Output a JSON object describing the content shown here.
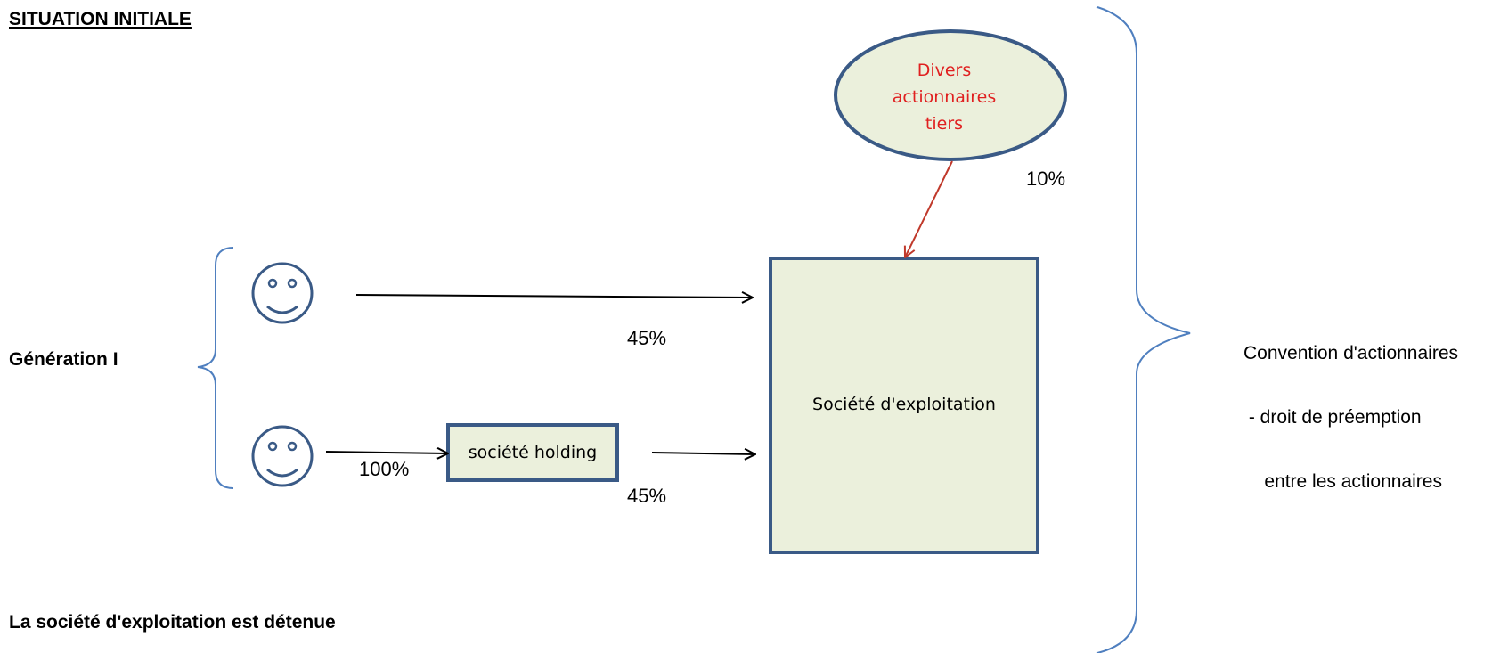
{
  "title": "SITUATION INITIALE",
  "generation_label": "Génération I",
  "bottom_text": "La société d'exploitation est détenue",
  "ellipse": {
    "lines": [
      "Divers",
      "actionnaires",
      "tiers"
    ]
  },
  "operating_company": "Société d'exploitation",
  "holding_company": "société holding",
  "percentages": {
    "third_parties": "10%",
    "person1": "45%",
    "holding": "45%",
    "person2_to_holding": "100%"
  },
  "convention": {
    "line1": "Convention d'actionnaires",
    "line2": " - droit de préemption",
    "line3": "    entre les actionnaires"
  },
  "colors": {
    "shape_fill": "#ebf0dc",
    "shape_stroke": "#3a5a86",
    "red": "#e02020",
    "brace": "#4f7fbf"
  }
}
